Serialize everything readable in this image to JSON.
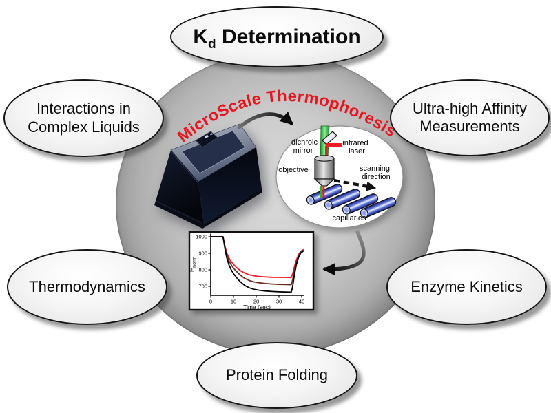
{
  "figure": {
    "center_title": "MicroScale Thermophoresis",
    "center_title_color": "#e8141e",
    "sphere_color": "#b2b2b2",
    "bubble_border_color": "#151515"
  },
  "bubbles": {
    "kd": {
      "k": "K",
      "sub": "d",
      "rest": " Determination"
    },
    "complex_liquids": [
      "Interactions in",
      "Complex Liquids"
    ],
    "ultra_high": [
      "Ultra-high Affinity",
      "Measurements"
    ],
    "thermodynamics": [
      "Thermodynamics"
    ],
    "enzyme_kinetics": [
      "Enzyme Kinetics"
    ],
    "protein_folding": [
      "Protein Folding"
    ]
  },
  "inset": {
    "dichroic_line1": "dichroic",
    "dichroic_line2": "mirror",
    "infrared_line1": "infrared",
    "infrared_line2": "laser",
    "objective": "objective",
    "scanning_line1": "scanning",
    "scanning_line2": "direction",
    "capillaries": "capillaries",
    "laser_beam_color": "#ee1c25",
    "excitation_beam_color": "#37b24a",
    "capillary_color": "#2b3bb0"
  },
  "chart_data": {
    "type": "line",
    "title": "",
    "xlabel": "Time (sec)",
    "ylabel": "F",
    "ylabel_sub": "norm",
    "xlim": [
      0,
      41
    ],
    "ylim": [
      650,
      1025
    ],
    "xticks": [
      0,
      10,
      20,
      30,
      40
    ],
    "yticks": [
      700,
      800,
      900,
      1000
    ],
    "grid": false,
    "legend": null,
    "series": [
      {
        "name": "red",
        "color": "#ee1c25",
        "points": [
          [
            0,
            1000
          ],
          [
            5.4,
            1000
          ],
          [
            5.7,
            980
          ],
          [
            6.2,
            945
          ],
          [
            7,
            905
          ],
          [
            8,
            872
          ],
          [
            9,
            850
          ],
          [
            10,
            833
          ],
          [
            11.5,
            812
          ],
          [
            13,
            795
          ],
          [
            15,
            780
          ],
          [
            17,
            770
          ],
          [
            19,
            764
          ],
          [
            21,
            760
          ],
          [
            24,
            757
          ],
          [
            27,
            755
          ],
          [
            30,
            754
          ],
          [
            33,
            754
          ],
          [
            35.4,
            753
          ],
          [
            35.7,
            762
          ],
          [
            36.2,
            785
          ],
          [
            36.8,
            818
          ],
          [
            37.6,
            858
          ],
          [
            38.6,
            892
          ],
          [
            39.6,
            912
          ],
          [
            40.6,
            922
          ]
        ]
      },
      {
        "name": "dark red",
        "color": "#6e2822",
        "points": [
          [
            0,
            1000
          ],
          [
            5.4,
            1000
          ],
          [
            5.7,
            978
          ],
          [
            6.2,
            938
          ],
          [
            7,
            892
          ],
          [
            8,
            855
          ],
          [
            9,
            830
          ],
          [
            10,
            810
          ],
          [
            11.5,
            788
          ],
          [
            13,
            768
          ],
          [
            15,
            748
          ],
          [
            17,
            735
          ],
          [
            19,
            727
          ],
          [
            21,
            722
          ],
          [
            24,
            717
          ],
          [
            27,
            714
          ],
          [
            30,
            712
          ],
          [
            33,
            711
          ],
          [
            35.4,
            710
          ],
          [
            35.7,
            722
          ],
          [
            36.2,
            752
          ],
          [
            36.8,
            795
          ],
          [
            37.6,
            845
          ],
          [
            38.6,
            885
          ],
          [
            39.6,
            908
          ],
          [
            40.6,
            918
          ]
        ]
      },
      {
        "name": "black",
        "color": "#000000",
        "points": [
          [
            0,
            1000
          ],
          [
            5.4,
            1000
          ],
          [
            5.7,
            975
          ],
          [
            6.2,
            930
          ],
          [
            7,
            875
          ],
          [
            8,
            830
          ],
          [
            9,
            800
          ],
          [
            10,
            777
          ],
          [
            11.5,
            750
          ],
          [
            13,
            728
          ],
          [
            15,
            705
          ],
          [
            17,
            691
          ],
          [
            19,
            682
          ],
          [
            21,
            677
          ],
          [
            24,
            672
          ],
          [
            27,
            669
          ],
          [
            30,
            667
          ],
          [
            33,
            666
          ],
          [
            35.4,
            665
          ],
          [
            35.7,
            678
          ],
          [
            36.2,
            715
          ],
          [
            36.8,
            768
          ],
          [
            37.6,
            828
          ],
          [
            38.6,
            875
          ],
          [
            39.6,
            902
          ],
          [
            40.6,
            912
          ]
        ]
      }
    ]
  }
}
